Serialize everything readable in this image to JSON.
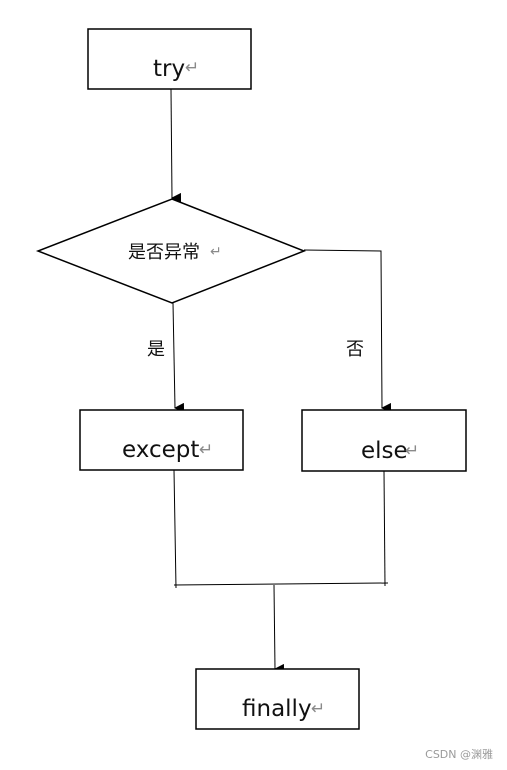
{
  "nodes": {
    "try": "try",
    "decision": "是否异常",
    "except": "except",
    "else": "else",
    "finally": "finally"
  },
  "edges": {
    "yes_label": "是",
    "no_label": "否"
  },
  "paragraph_mark": "↵",
  "watermark": "CSDN @渊雅",
  "colors": {
    "stroke": "#000000",
    "text": "#111111",
    "paragraph_mark": "#8a8a8a",
    "watermark": "#9a9a9a"
  }
}
